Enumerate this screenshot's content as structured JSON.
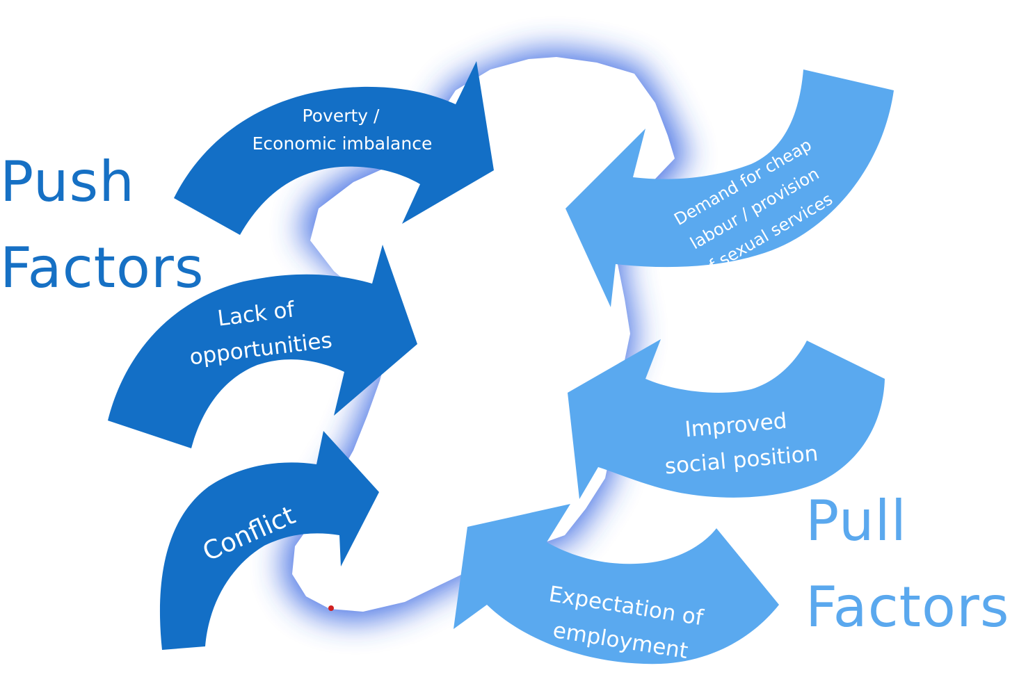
{
  "push": {
    "heading_line1": "Push",
    "heading_line2": "Factors",
    "color": "#1670c4",
    "arrows": [
      {
        "line1": "Poverty /",
        "line2": "Economic imbalance"
      },
      {
        "line1": "Lack of",
        "line2": "opportunities"
      },
      {
        "line1": "Conflict"
      }
    ]
  },
  "pull": {
    "heading_line1": "Pull",
    "heading_line2": "Factors",
    "color": "#5aa8ee",
    "arrows": [
      {
        "line1": "Demand for cheap",
        "line2": "labour / provision",
        "line3": "of sexual services"
      },
      {
        "line1": "Improved",
        "line2": "social position"
      },
      {
        "line1": "Expectation of",
        "line2": "employment"
      }
    ]
  },
  "map_glow_color": "#2f5fe0"
}
